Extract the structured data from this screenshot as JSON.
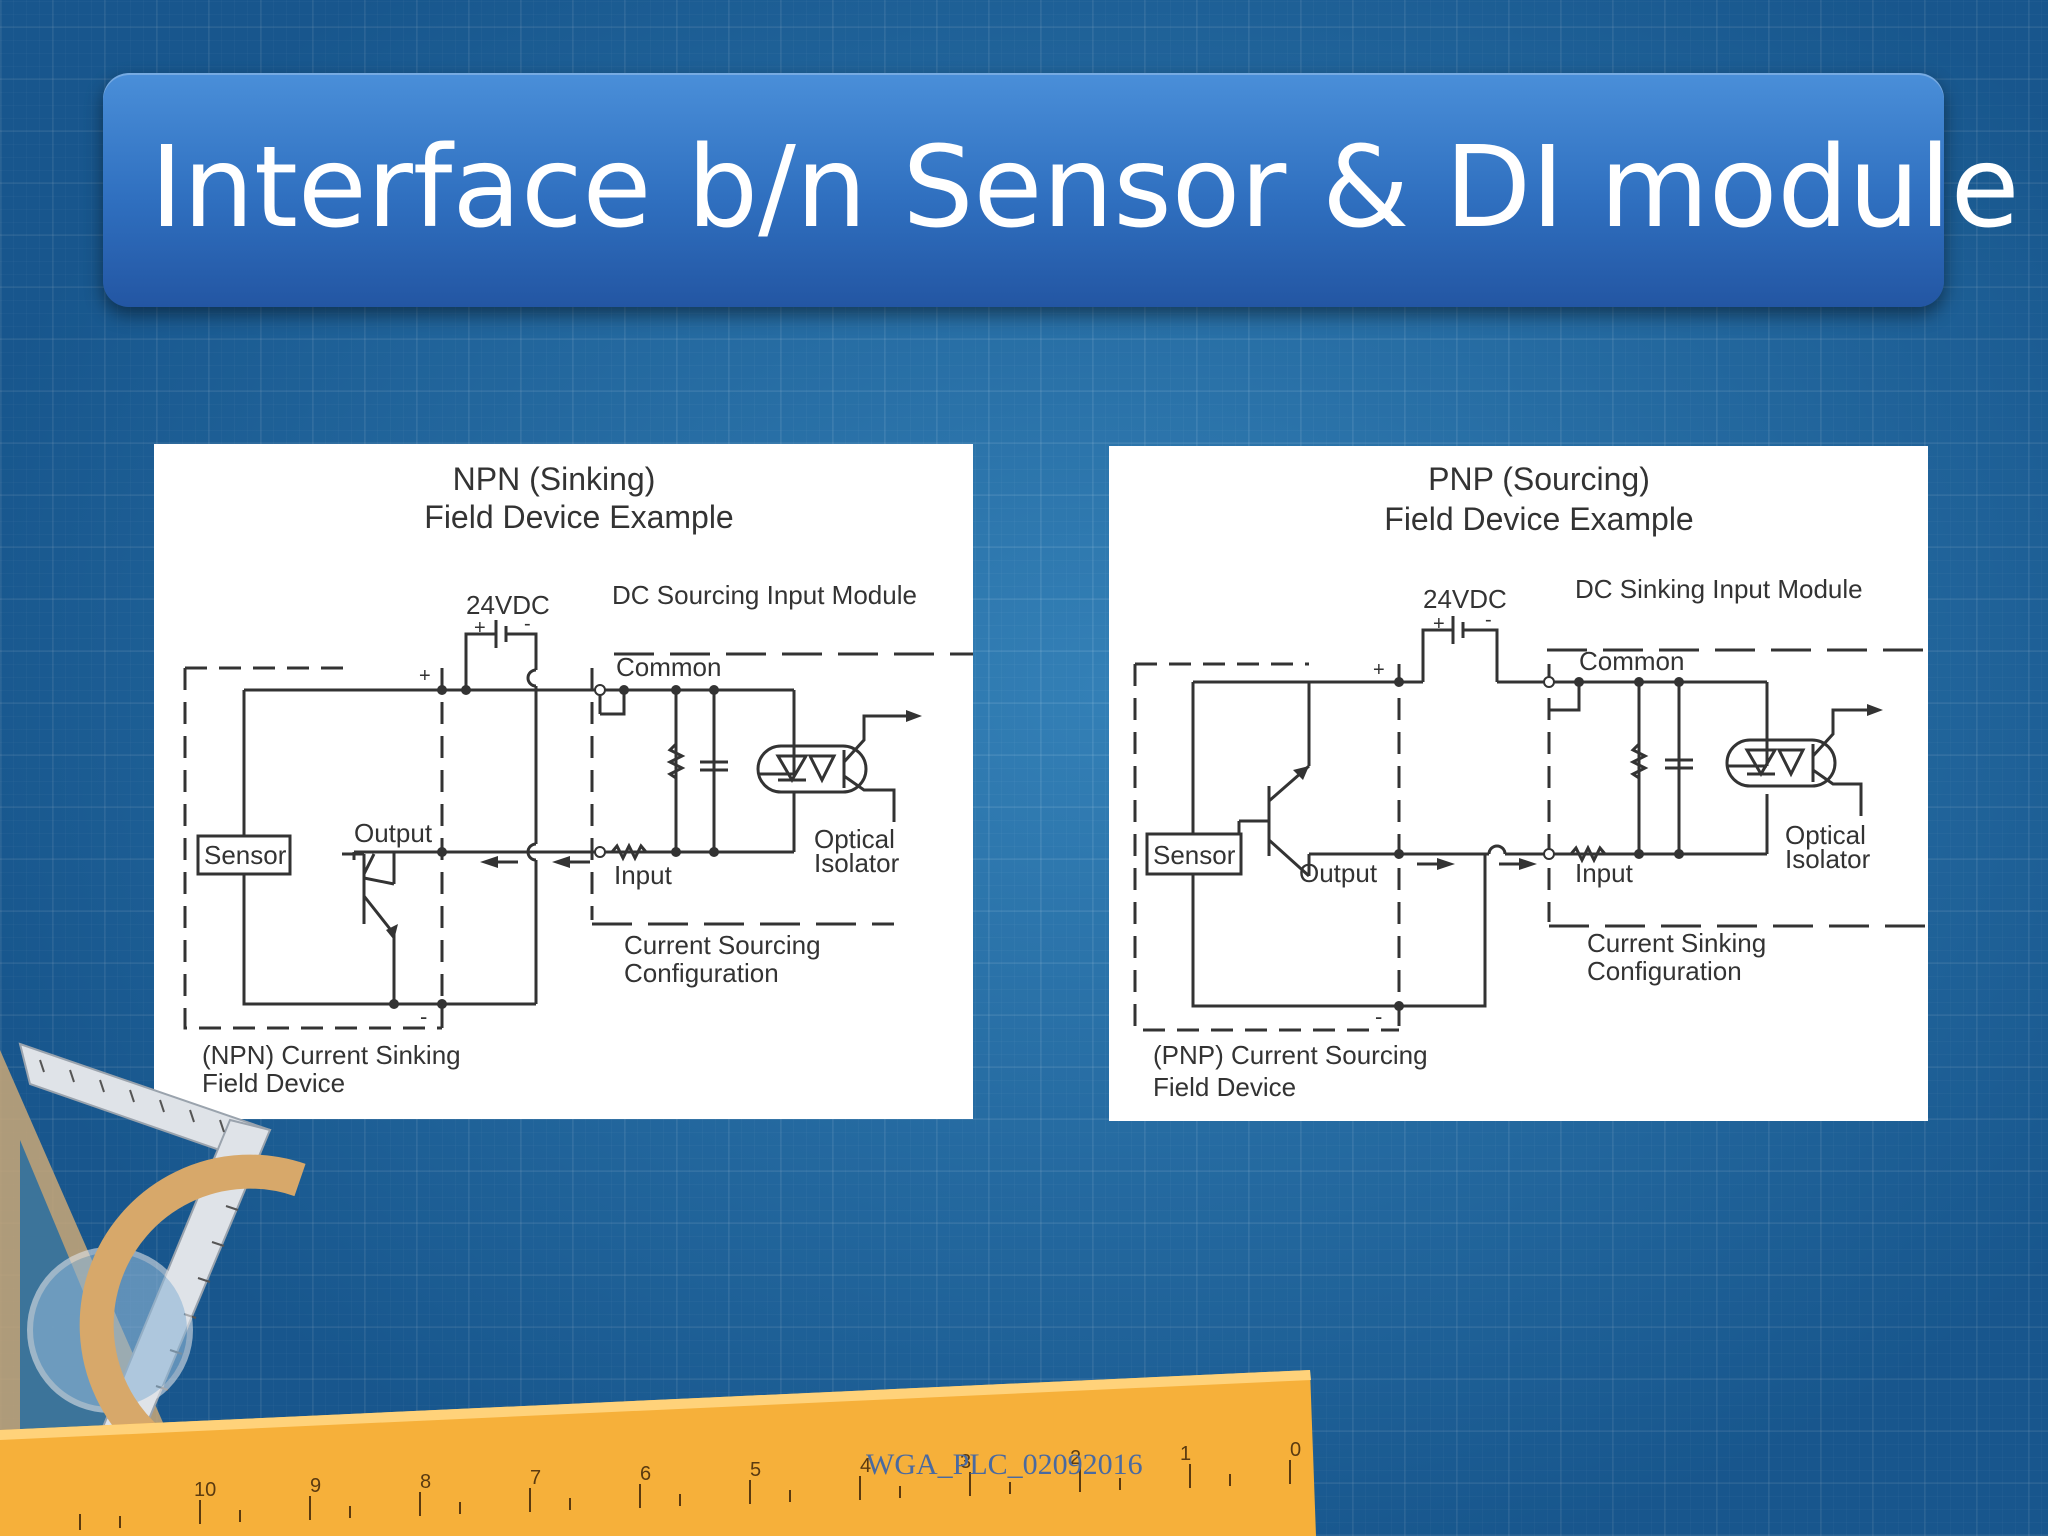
{
  "slide": {
    "title": "Interface b/n Sensor & DI module",
    "footer": "WGA_PLC_02092016"
  },
  "npn_diagram": {
    "title_line1": "NPN (Sinking)",
    "title_line2": "Field Device Example",
    "supply": "24VDC",
    "module": "DC Sourcing Input Module",
    "common": "Common",
    "sensor": "Sensor",
    "output": "Output",
    "input": "Input",
    "isolator_line1": "Optical",
    "isolator_line2": "Isolator",
    "config_line1": "Current Sourcing",
    "config_line2": "Configuration",
    "device_line1": "(NPN) Current Sinking",
    "device_line2": "Field Device",
    "plus": "+",
    "minus": "-"
  },
  "pnp_diagram": {
    "title_line1": "PNP (Sourcing)",
    "title_line2": "Field Device Example",
    "supply": "24VDC",
    "module": "DC Sinking Input Module",
    "common": "Common",
    "sensor": "Sensor",
    "output": "Output",
    "input": "Input",
    "isolator_line1": "Optical",
    "isolator_line2": "Isolator",
    "config_line1": "Current Sinking",
    "config_line2": "Configuration",
    "device_line1": "(PNP) Current Sourcing",
    "device_line2": "Field Device",
    "plus": "+",
    "minus": "-"
  },
  "ruler": {
    "numbers": [
      "0",
      "1",
      "2",
      "3",
      "4",
      "5",
      "6",
      "7",
      "8",
      "9",
      "10"
    ]
  },
  "colors": {
    "background": "#1f6aa3",
    "title_bar": "#2f6fbf",
    "ruler": "#f6b03a",
    "line": "#333333"
  }
}
